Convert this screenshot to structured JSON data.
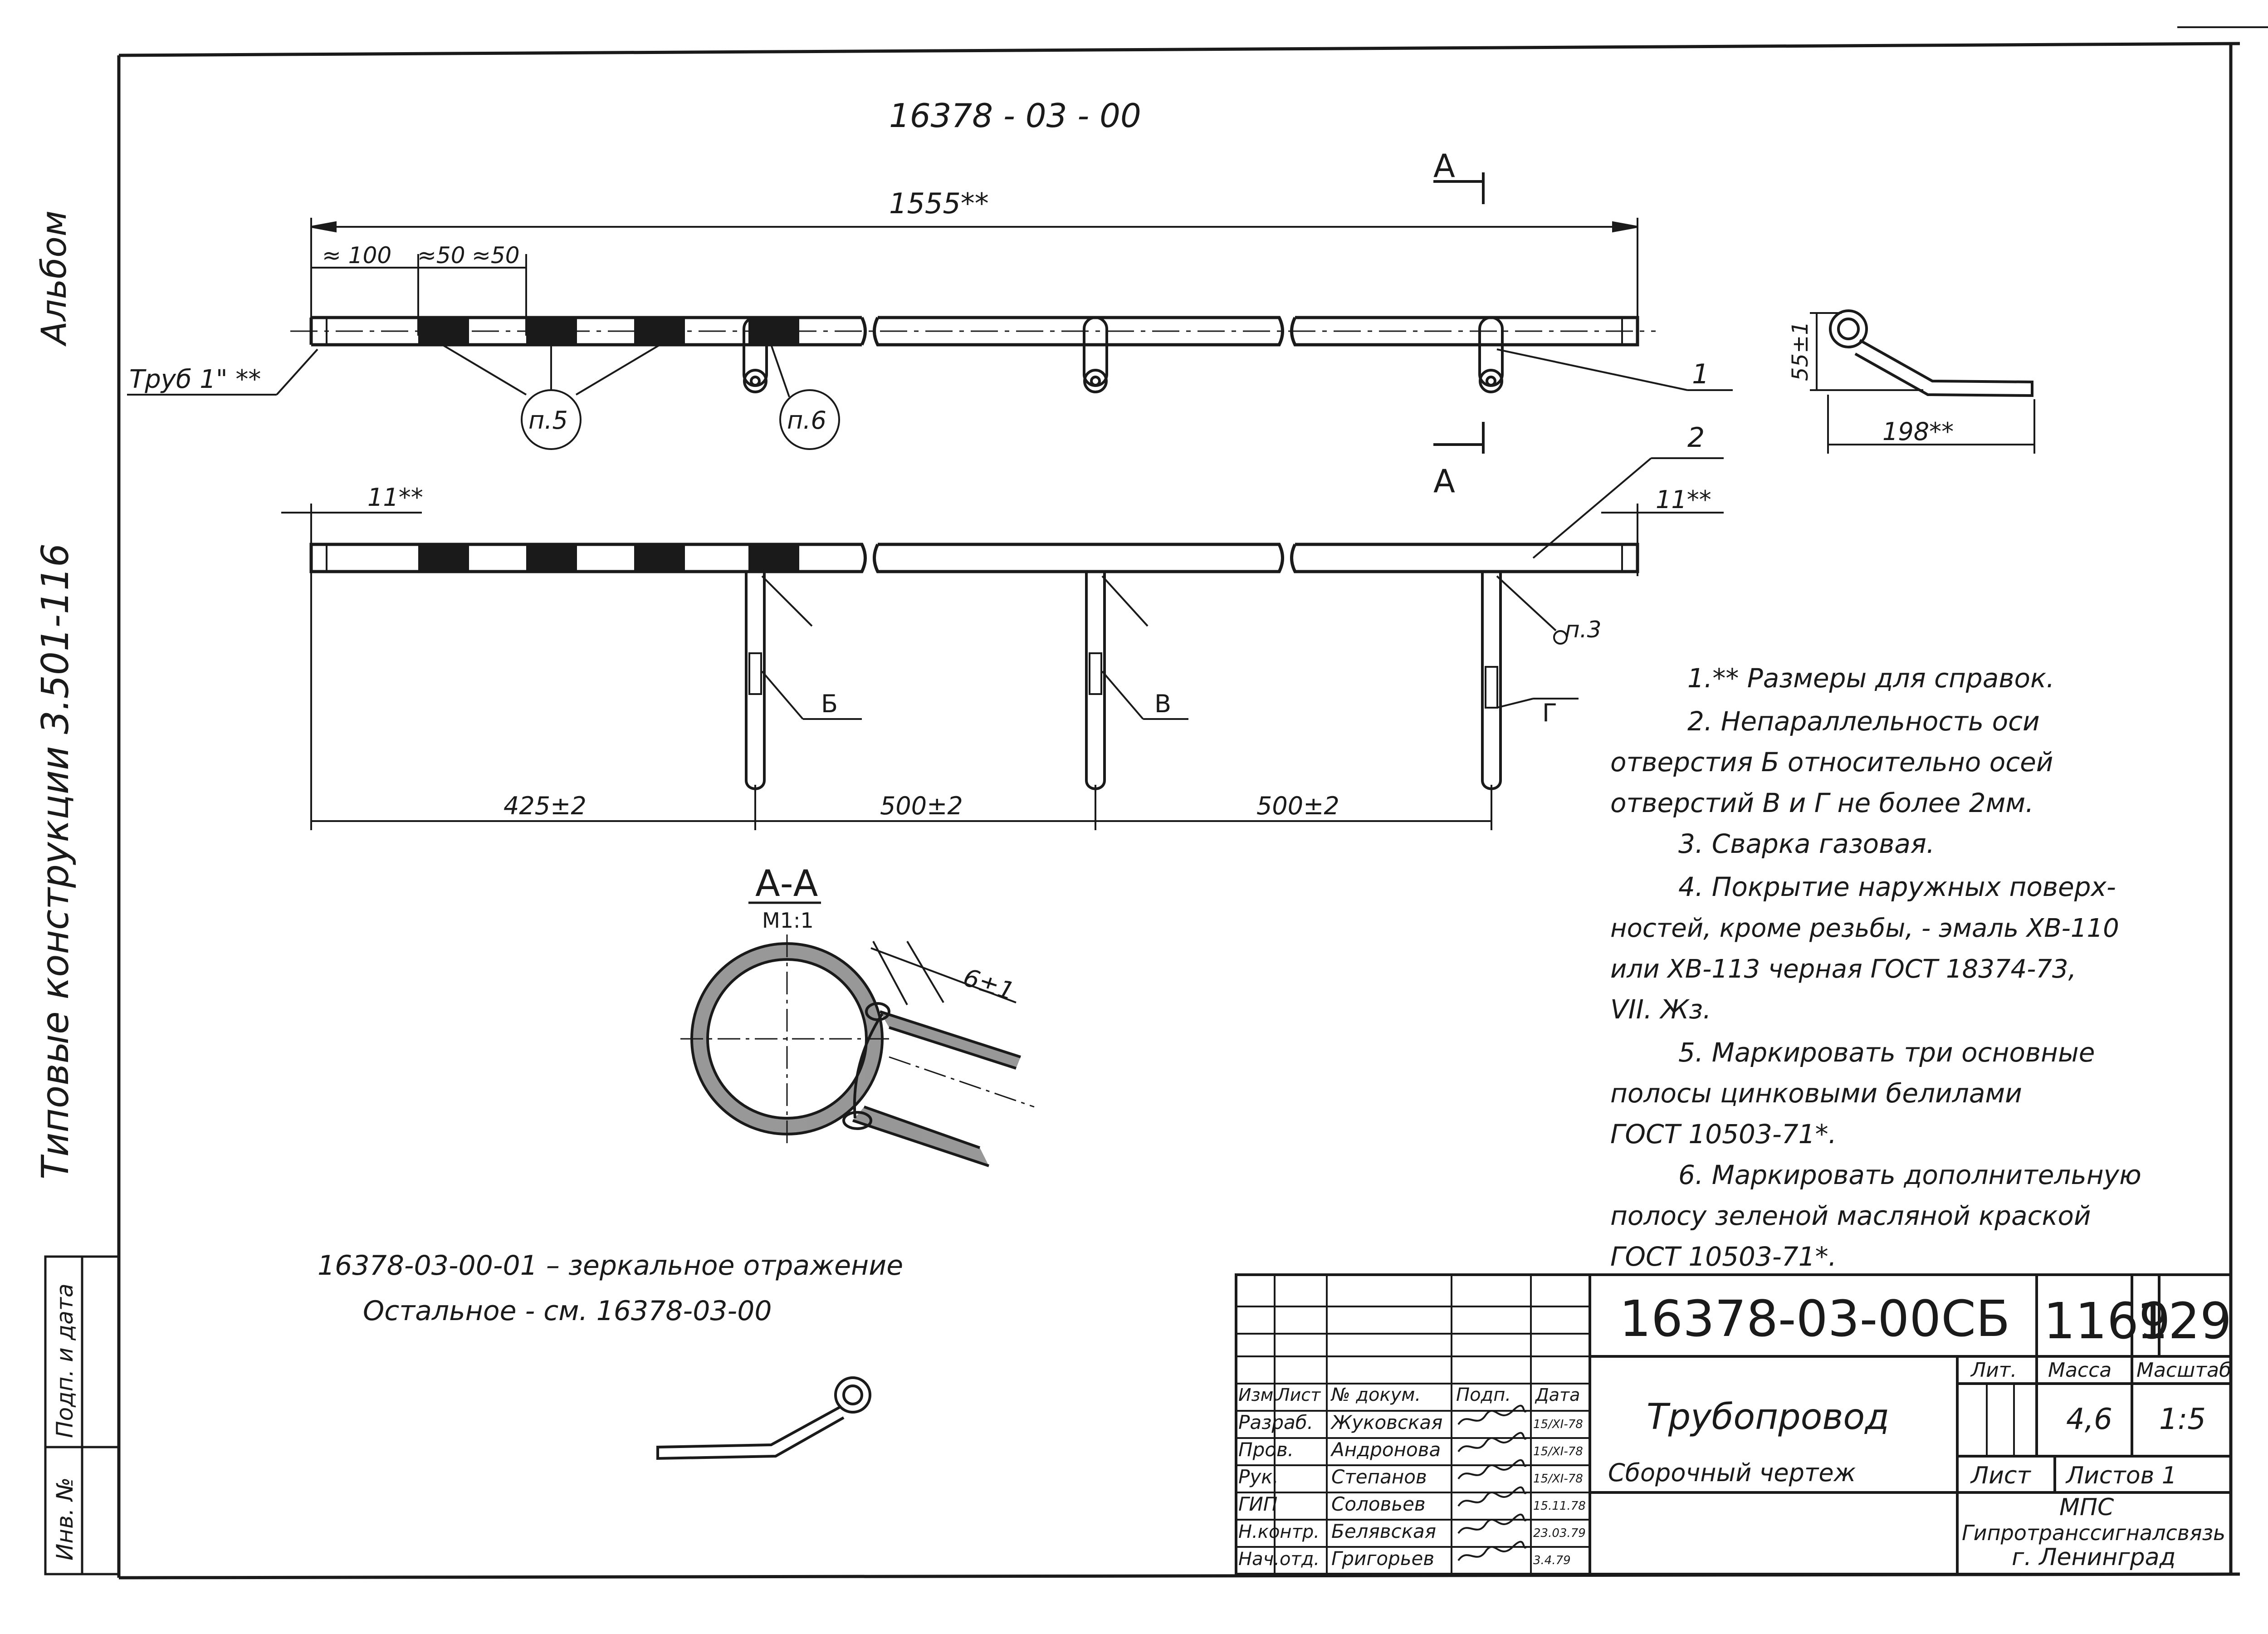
{
  "drawing": {
    "top_number": "16378 - 03 - 00",
    "side_album": "Альбом",
    "side_series": "Типовые конструкции 3.501-116",
    "stamp_top_right": "",
    "top_view": {
      "overall_dim": "1555**",
      "dim_100": "≈ 100",
      "dim_50a": "≈50",
      "dim_50b": "≈50",
      "pipe_label": "Труб 1\" **",
      "callout_p5": "п.5",
      "callout_p6": "п.6",
      "pos_1": "1",
      "section_a_top": "А",
      "section_a_bottom": "А"
    },
    "side_view": {
      "pos_2": "2",
      "dim_11_left": "11**",
      "dim_11_right": "11**",
      "note_p3": "п.3",
      "label_b": "Б",
      "label_v": "В",
      "label_g": "Г",
      "dim_425": "425±2",
      "dim_500a": "500±2",
      "dim_500b": "500±2"
    },
    "detail_view": {
      "dim_55": "55±1",
      "dim_198": "198**"
    },
    "section_view": {
      "title": "А-А",
      "scale": "М1:1",
      "dim_6": "6±1"
    },
    "mirror_note": {
      "line1": "16378-03-00-01 – зеркальное отражение",
      "line2": "Остальное - см. 16378-03-00"
    },
    "notes": [
      "1.** Размеры для справок.",
      "2.  Непараллельность оси",
      "отверстия Б относительно осей",
      "отверстий В и Г не более 2мм.",
      "3.  Сварка газовая.",
      "4.  Покрытие наружных поверх-",
      "ностей, кроме резьбы, - эмаль ХВ-110",
      "или ХВ-113 черная ГОСТ 18374-73,",
      "VII. Жз.",
      "5.  Маркировать три основные",
      "полосы цинковыми белилами",
      "ГОСТ 10503-71*.",
      "6.  Маркировать дополнительную",
      "полосу зеленой масляной краской",
      "ГОСТ 10503-71*."
    ]
  },
  "title_block": {
    "doc_number": "16378-03-00СБ",
    "sheet_code_a": "1169",
    "sheet_code_b": "129",
    "name": "Трубопровод",
    "doc_type": "Сборочный чертеж",
    "header_izm": "Изм.",
    "header_list": "Лист",
    "header_ndoc": "№ докум.",
    "header_podp": "Подп.",
    "header_data": "Дата",
    "roles": [
      {
        "role": "Разраб.",
        "name": "Жуковская",
        "date": "15/XI-78"
      },
      {
        "role": "Пров.",
        "name": "Андронова",
        "date": "15/XI-78"
      },
      {
        "role": "Рук.",
        "name": "Степанов",
        "date": "15/XI-78"
      },
      {
        "role": "ГИП",
        "name": "Соловьев",
        "date": "15.11.78"
      },
      {
        "role": "Н.контр.",
        "name": "Белявская",
        "date": "23.03.79"
      },
      {
        "role": "Нач.отд.",
        "name": "Григорьев",
        "date": "3.4.79"
      }
    ],
    "lit_label": "Лит.",
    "mass_label": "Масса",
    "scale_label": "Масштаб",
    "mass_value": "4,6",
    "scale_value": "1:5",
    "sheet_label": "Лист",
    "sheets_label": "Листов 1",
    "org_line1": "МПС",
    "org_line2": "Гипротранссигналсвязь",
    "org_line3": "г. Ленинград",
    "left_strip_inv": "Инв. №",
    "left_strip_sign": "Подп. и дата"
  }
}
